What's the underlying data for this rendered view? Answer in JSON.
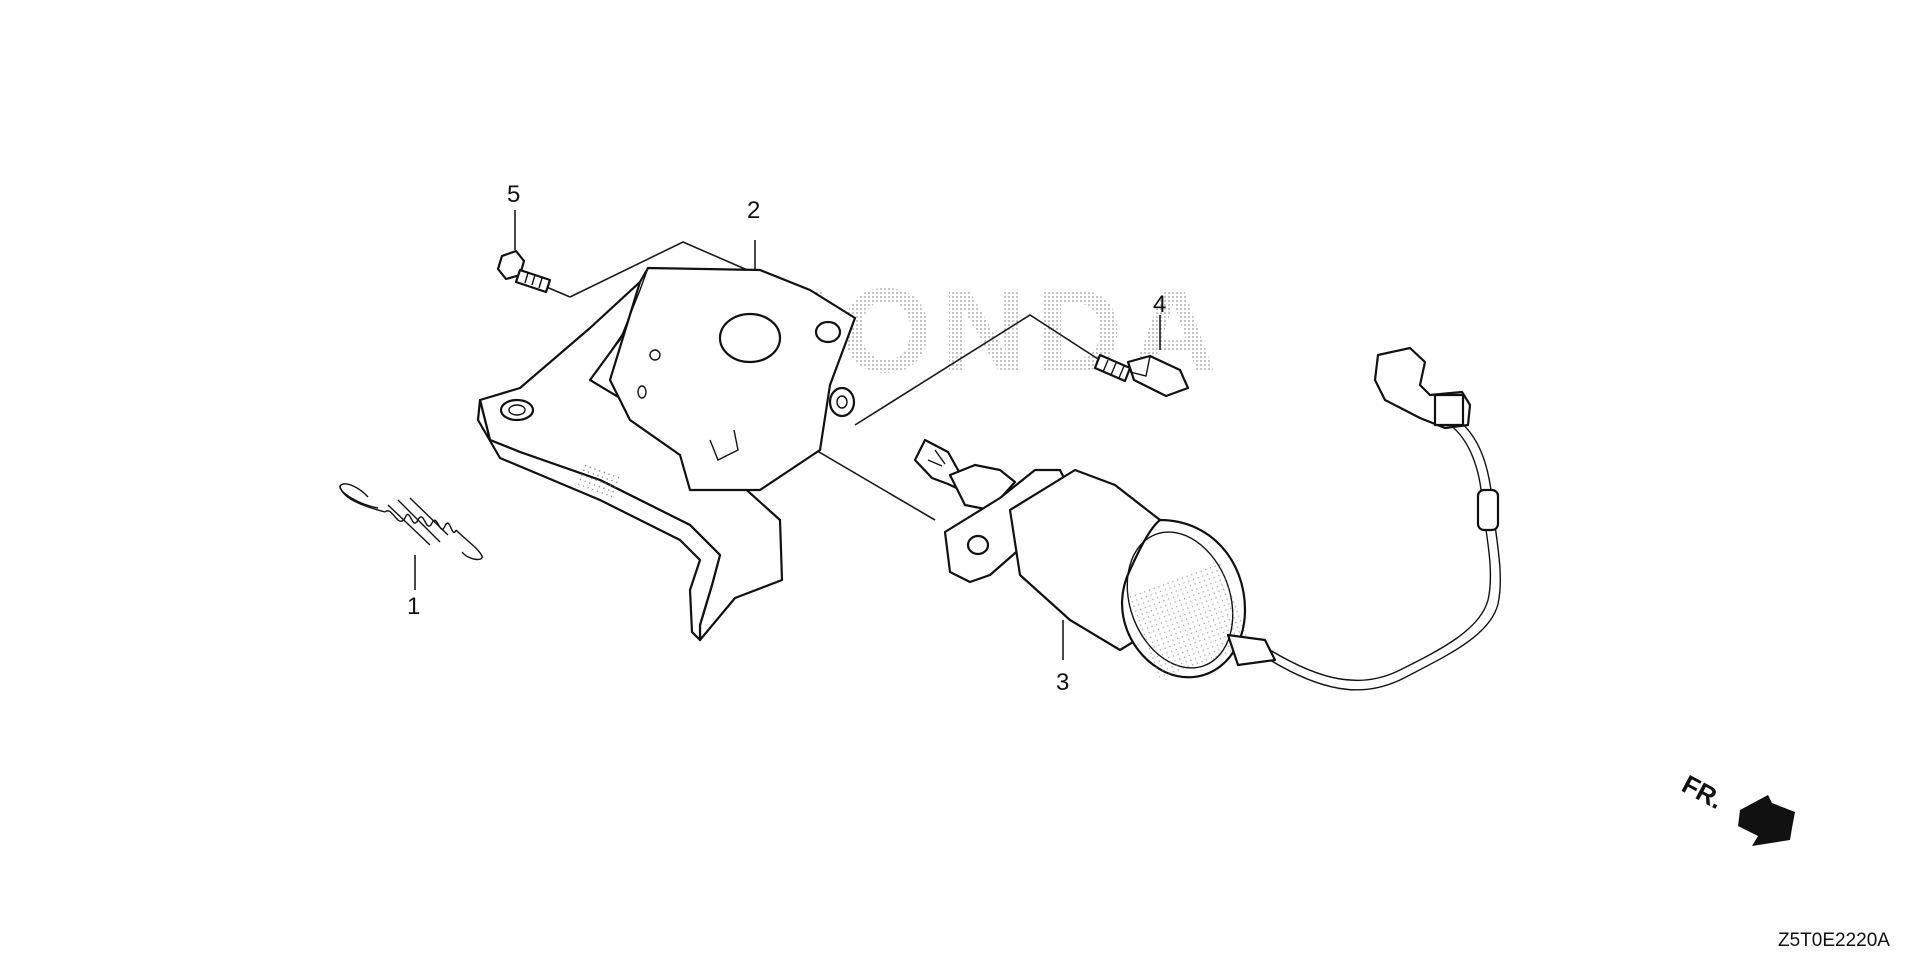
{
  "watermark": {
    "text": "HONDA"
  },
  "parts": [
    {
      "ref": "1",
      "name": "spring"
    },
    {
      "ref": "2",
      "name": "solenoid bracket"
    },
    {
      "ref": "3",
      "name": "fuel cut solenoid with wire harness"
    },
    {
      "ref": "4",
      "name": "flange bolt"
    },
    {
      "ref": "5",
      "name": "flange bolt"
    }
  ],
  "labels": {
    "p1": "1",
    "p2": "2",
    "p3": "3",
    "p4": "4",
    "p5": "5"
  },
  "direction": {
    "text": "FR."
  },
  "figure_code": "Z5T0E2220A"
}
